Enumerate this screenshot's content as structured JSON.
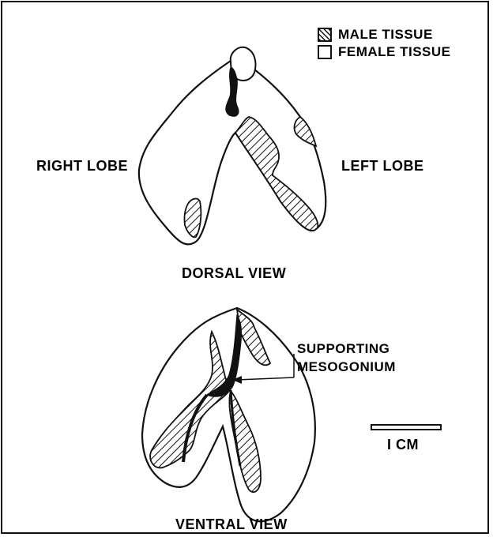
{
  "legend": {
    "items": [
      {
        "label": "MALE TISSUE",
        "pattern": "hatched"
      },
      {
        "label": "FEMALE TISSUE",
        "pattern": "plain"
      }
    ]
  },
  "dorsal": {
    "right_lobe": "RIGHT LOBE",
    "left_lobe": "LEFT LOBE",
    "caption": "DORSAL VIEW"
  },
  "ventral": {
    "annotation_line1": "SUPPORTING",
    "annotation_line2": "MESOGONIUM",
    "caption": "VENTRAL VIEW"
  },
  "scale_bar": {
    "label": "I CM"
  },
  "colors": {
    "ink": "#111111",
    "background": "#ffffff"
  }
}
